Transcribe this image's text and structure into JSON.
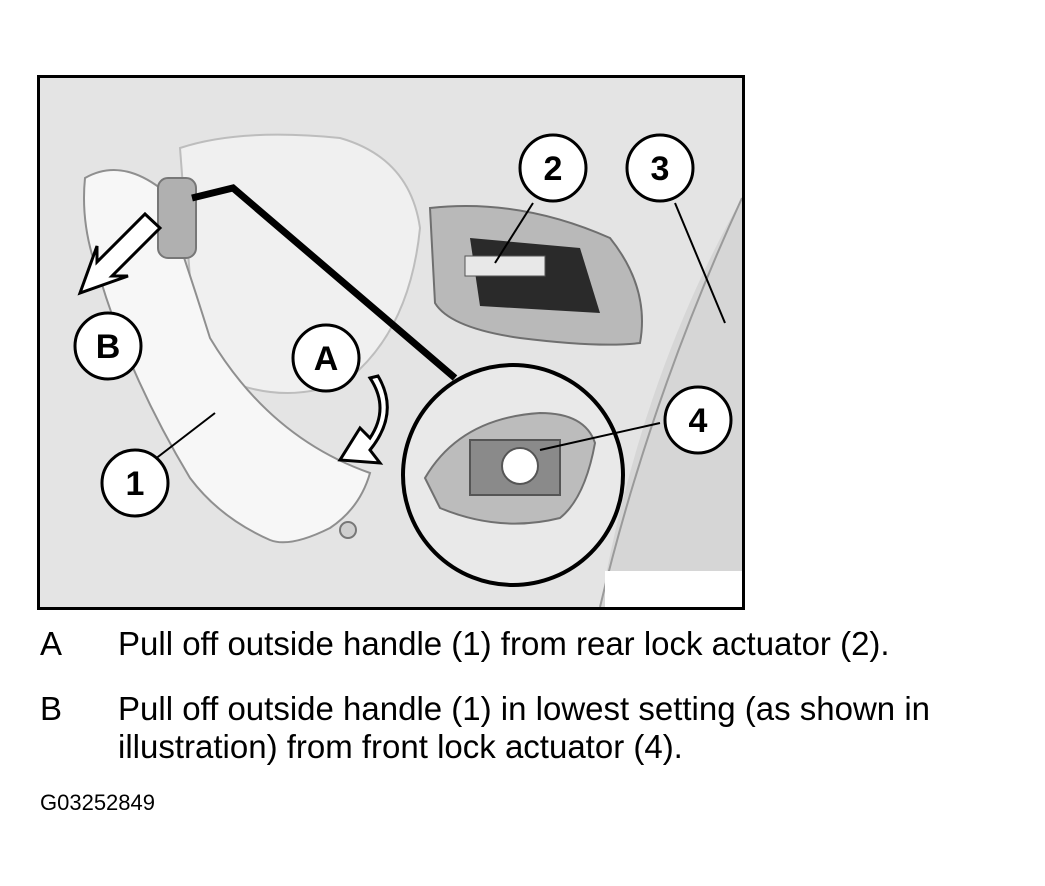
{
  "figure": {
    "callouts": {
      "one": "1",
      "two": "2",
      "three": "3",
      "four": "4",
      "a": "A",
      "b": "B"
    },
    "colors": {
      "background": "#dcdcdc",
      "panel": "#f2f2f2",
      "outline": "#000000"
    }
  },
  "steps": [
    {
      "letter": "A",
      "text": "Pull off outside handle (1) from rear lock actuator (2)."
    },
    {
      "letter": "B",
      "text": "Pull off outside handle (1) in lowest setting (as shown in illustration) from front lock actuator (4)."
    }
  ],
  "figure_id": "G03252849"
}
